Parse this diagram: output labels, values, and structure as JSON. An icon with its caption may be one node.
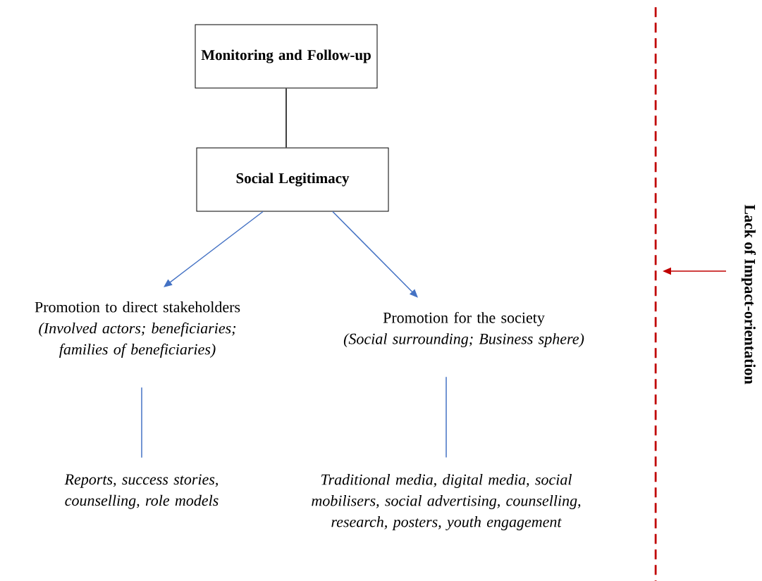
{
  "diagram": {
    "nodes": [
      {
        "text": [
          "Monitoring and Follow-up"
        ]
      },
      {
        "text": [
          "Social Legitimacy"
        ]
      },
      {
        "text": [
          "Promotion to direct stakeholders",
          "(Involved actors; beneficiaries; families of beneficiaries)"
        ]
      },
      {
        "text": [
          "Promotion for the society",
          "(Social surrounding; Business sphere)"
        ]
      },
      {
        "text": [
          "Reports, success stories, counselling, role models"
        ]
      },
      {
        "text": [
          "Traditional media, digital media, social mobilisers, social advertising, counselling, research, posters, youth engagement"
        ]
      },
      {
        "text": [
          "Lack of Impact-orientation"
        ]
      },
      {
        "text": [],
        "shape": "line"
      }
    ],
    "edges": [
      {
        "from": 0,
        "to": 1,
        "arrow": "none",
        "color": "#000000"
      },
      {
        "from": 1,
        "to": 2,
        "arrow": "to",
        "color": "#4472c4"
      },
      {
        "from": 1,
        "to": 3,
        "arrow": "to",
        "color": "#4472c4"
      },
      {
        "from": 2,
        "to": 4,
        "arrow": "none",
        "color": "#4472c4"
      },
      {
        "from": 3,
        "to": 5,
        "arrow": "none",
        "color": "#4472c4"
      },
      {
        "from": 6,
        "to": 7,
        "arrow": "to",
        "color": "#c00000"
      }
    ]
  }
}
